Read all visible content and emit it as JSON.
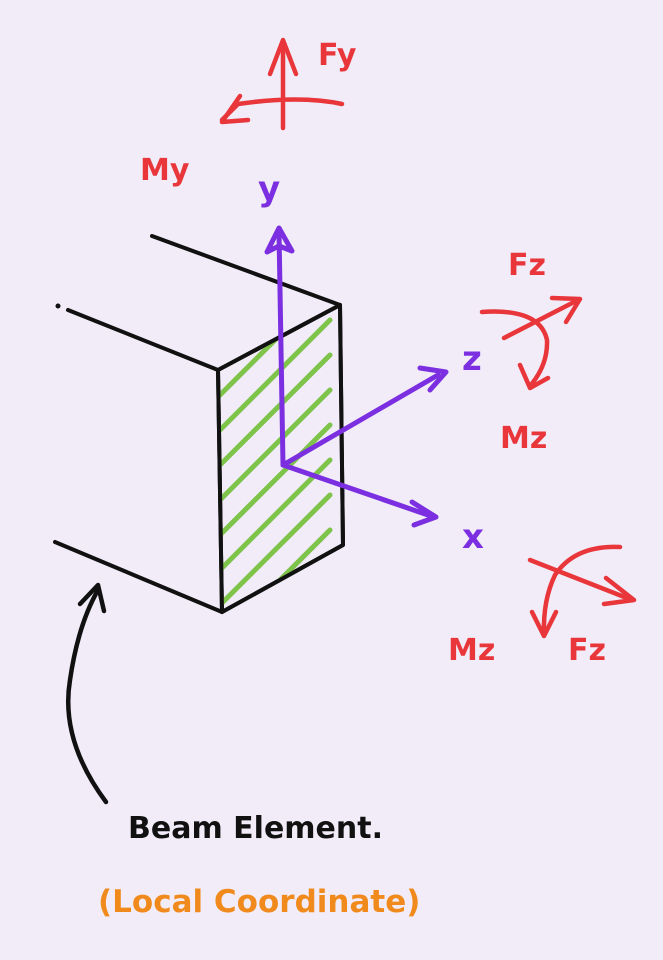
{
  "labels": {
    "fy": "Fy",
    "my": "My",
    "y_axis": "y",
    "fz_top": "Fz",
    "z_axis": "z",
    "mz_top": "Mz",
    "x_axis": "x",
    "mz_bottom": "Mz",
    "fz_bottom": "Fz",
    "caption": "Beam Element.",
    "subcaption": "(Local Coordinate)"
  },
  "colors": {
    "background": "#f1ecf8",
    "force_moment": "#e8363a",
    "axes": "#7b2fe0",
    "outline": "#111111",
    "hatch": "#7ec34a",
    "subcaption": "#f18a1c"
  }
}
